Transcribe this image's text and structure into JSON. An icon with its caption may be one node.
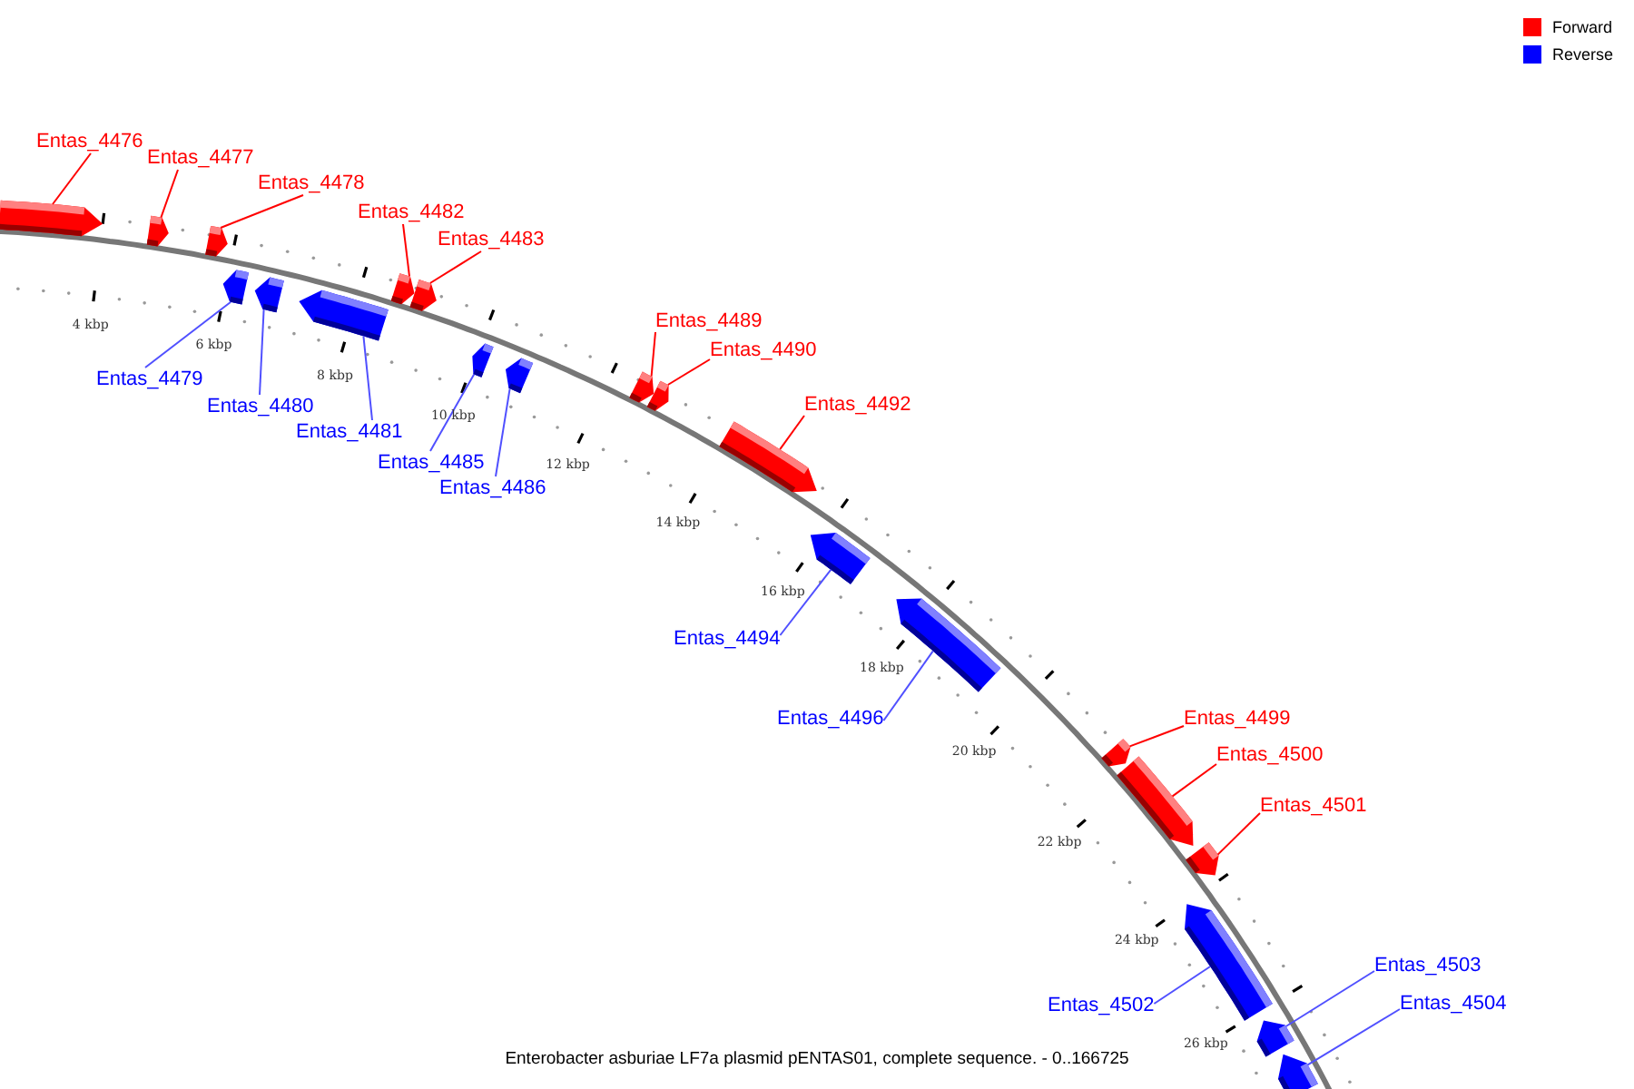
{
  "diagram": {
    "caption": "Enterobacter asburiae LF7a plasmid pENTAS01, complete sequence. - 0..166725",
    "nodes": [
      {
        "text": [
          "Entas_4476"
        ]
      },
      {
        "text": [],
        "shape": "arrow"
      },
      {
        "text": [
          "Entas_4477"
        ]
      },
      {
        "text": [],
        "shape": "arrow"
      },
      {
        "text": [
          "Entas_4478"
        ]
      },
      {
        "text": [],
        "shape": "arrow"
      },
      {
        "text": [
          "Entas_4479"
        ]
      },
      {
        "text": [],
        "shape": "arrow"
      },
      {
        "text": [
          "Entas_4480"
        ]
      },
      {
        "text": [],
        "shape": "arrow"
      },
      {
        "text": [
          "Entas_4481"
        ]
      },
      {
        "text": [],
        "shape": "arrow"
      },
      {
        "text": [
          "Entas_4482"
        ]
      },
      {
        "text": [],
        "shape": "arrow"
      },
      {
        "text": [
          "Entas_4483"
        ]
      },
      {
        "text": [],
        "shape": "arrow"
      },
      {
        "text": [
          "Entas_4485"
        ]
      },
      {
        "text": [],
        "shape": "arrow"
      },
      {
        "text": [
          "Entas_4486"
        ]
      },
      {
        "text": [],
        "shape": "arrow"
      },
      {
        "text": [
          "Entas_4489"
        ]
      },
      {
        "text": [],
        "shape": "arrow"
      },
      {
        "text": [
          "Entas_4490"
        ]
      },
      {
        "text": [],
        "shape": "arrow"
      },
      {
        "text": [
          "Entas_4492"
        ]
      },
      {
        "text": [],
        "shape": "arrow"
      },
      {
        "text": [
          "Entas_4494"
        ]
      },
      {
        "text": [],
        "shape": "arrow"
      },
      {
        "text": [
          "Entas_4496"
        ]
      },
      {
        "text": [],
        "shape": "arrow"
      },
      {
        "text": [
          "Entas_4499"
        ]
      },
      {
        "text": [],
        "shape": "arrow"
      },
      {
        "text": [
          "Entas_4500"
        ]
      },
      {
        "text": [],
        "shape": "arrow"
      },
      {
        "text": [
          "Entas_4501"
        ]
      },
      {
        "text": [],
        "shape": "arrow"
      },
      {
        "text": [
          "Entas_4502"
        ]
      },
      {
        "text": [],
        "shape": "arrow"
      },
      {
        "text": [
          "Entas_4503"
        ]
      },
      {
        "text": [],
        "shape": "arrow"
      },
      {
        "text": [
          "Entas_4504"
        ]
      },
      {
        "text": [],
        "shape": "arrow"
      }
    ],
    "edges": [
      {
        "from": 0,
        "to": 1,
        "arrow": "none"
      },
      {
        "from": 2,
        "to": 3,
        "arrow": "none"
      },
      {
        "from": 4,
        "to": 5,
        "arrow": "none"
      },
      {
        "from": 6,
        "to": 7,
        "arrow": "none",
        "color": "#5050ff"
      },
      {
        "from": 8,
        "to": 9,
        "arrow": "none",
        "color": "#5050ff"
      },
      {
        "from": 10,
        "to": 11,
        "arrow": "none",
        "color": "#5050ff"
      },
      {
        "from": 12,
        "to": 13,
        "arrow": "none"
      },
      {
        "from": 14,
        "to": 15,
        "arrow": "none"
      },
      {
        "from": 16,
        "to": 17,
        "arrow": "none",
        "color": "#5050ff"
      },
      {
        "from": 18,
        "to": 19,
        "arrow": "none",
        "color": "#5050ff"
      },
      {
        "from": 20,
        "to": 21,
        "arrow": "none"
      },
      {
        "from": 22,
        "to": 23,
        "arrow": "none"
      },
      {
        "from": 24,
        "to": 25,
        "arrow": "none"
      },
      {
        "from": 26,
        "to": 27,
        "arrow": "none",
        "color": "#5050ff"
      },
      {
        "from": 28,
        "to": 29,
        "arrow": "none",
        "color": "#5050ff"
      },
      {
        "from": 30,
        "to": 31,
        "arrow": "none"
      },
      {
        "from": 32,
        "to": 33,
        "arrow": "none"
      },
      {
        "from": 34,
        "to": 35,
        "arrow": "none"
      },
      {
        "from": 36,
        "to": 37,
        "arrow": "none",
        "color": "#5050ff"
      },
      {
        "from": 38,
        "to": 39,
        "arrow": "none",
        "color": "#5050ff"
      },
      {
        "from": 40,
        "to": 41,
        "arrow": "none",
        "color": "#5050ff"
      }
    ],
    "labels": [
      "4 kbp",
      "6 kbp",
      "8 kbp",
      "10 kbp",
      "12 kbp",
      "14 kbp",
      "16 kbp",
      "18 kbp",
      "20 kbp",
      "22 kbp",
      "24 kbp",
      "26 kbp"
    ],
    "legend": [
      {
        "text": "Forward",
        "color": "#ff0000"
      },
      {
        "text": "Reverse",
        "color": "#0000ff"
      }
    ]
  }
}
